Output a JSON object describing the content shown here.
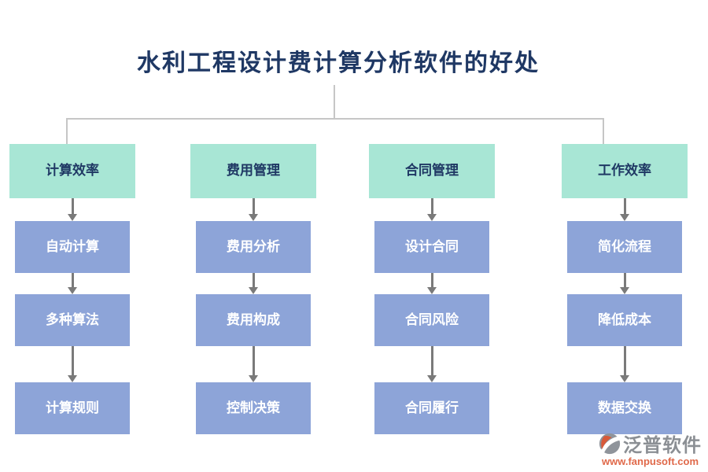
{
  "title": "水利工程设计费计算分析软件的好处",
  "columns": [
    {
      "header": "计算效率",
      "items": [
        "自动计算",
        "多种算法",
        "计算规则"
      ]
    },
    {
      "header": "费用管理",
      "items": [
        "费用分析",
        "费用构成",
        "控制决策"
      ]
    },
    {
      "header": "合同管理",
      "items": [
        "设计合同",
        "合同风险",
        "合同履行"
      ]
    },
    {
      "header": "工作效率",
      "items": [
        "简化流程",
        "降低成本",
        "数据交换"
      ]
    }
  ],
  "watermark": {
    "brand": "泛普软件",
    "url": "www.fanpusoft.com"
  },
  "colors": {
    "teal": "#a8e6d5",
    "blue": "#8da4d8",
    "navy": "#1f3864",
    "line": "#c6c6c6",
    "arrow": "#7a7a7a",
    "logoGray": "#8b8f94",
    "logoOrange": "#e0694a"
  }
}
